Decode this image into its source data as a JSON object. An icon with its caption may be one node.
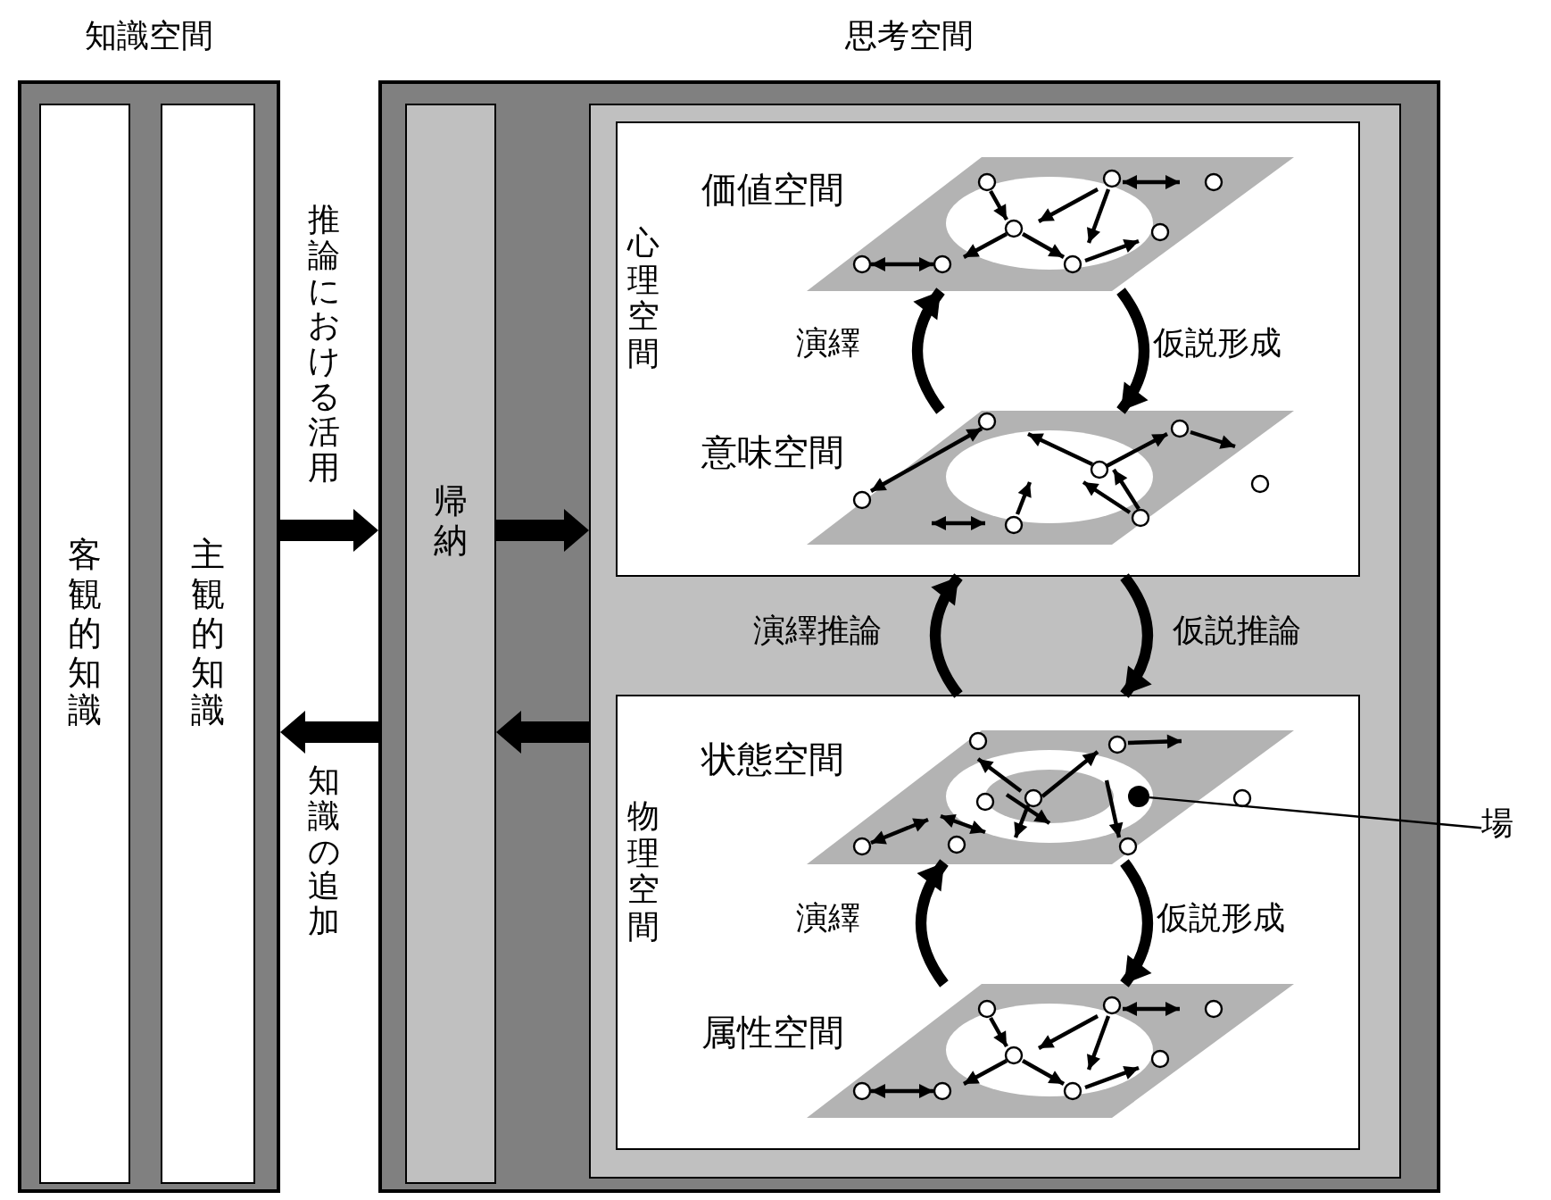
{
  "diagram": {
    "nodes": [
      {
        "text": [
          "知識空間"
        ]
      },
      {
        "text": [
          "客観的知識"
        ],
        "in": 0
      },
      {
        "text": [
          "主観的知識"
        ],
        "in": 0
      },
      {
        "text": [
          "思考空間"
        ]
      },
      {
        "text": [
          "帰納"
        ],
        "in": 3
      },
      {
        "text": [],
        "shape": "box",
        "in": 3
      },
      {
        "text": [
          "心理空間"
        ],
        "in": 5
      },
      {
        "text": [
          "価値空間"
        ],
        "in": 6
      },
      {
        "text": [
          "意味空間"
        ],
        "in": 6
      },
      {
        "text": [
          "物理空間"
        ],
        "in": 5
      },
      {
        "text": [
          "状態空間"
        ],
        "in": 9
      },
      {
        "text": [
          "属性空間"
        ],
        "in": 9
      },
      {
        "text": [
          "場"
        ]
      },
      {
        "text": [],
        "shape": "circle",
        "in": 10
      }
    ],
    "edges": [
      {
        "from": 0,
        "to": 3,
        "arrow": "to",
        "label": "推論における活用",
        "style": "thick"
      },
      {
        "from": 3,
        "to": 0,
        "arrow": "to",
        "label": "知識の追加",
        "style": "thick"
      },
      {
        "from": 4,
        "to": 5,
        "arrow": "to",
        "style": "thick"
      },
      {
        "from": 5,
        "to": 4,
        "arrow": "to",
        "style": "thick"
      },
      {
        "from": 8,
        "to": 7,
        "arrow": "to",
        "label": "演繹"
      },
      {
        "from": 7,
        "to": 8,
        "arrow": "to",
        "label": "仮説形成"
      },
      {
        "from": 9,
        "to": 6,
        "arrow": "to",
        "label": "演繹推論"
      },
      {
        "from": 6,
        "to": 9,
        "arrow": "to",
        "label": "仮説推論"
      },
      {
        "from": 11,
        "to": 10,
        "arrow": "to",
        "label": "演繹"
      },
      {
        "from": 10,
        "to": 11,
        "arrow": "to",
        "label": "仮説形成"
      },
      {
        "from": 12,
        "to": 13,
        "arrow": "none"
      }
    ]
  }
}
